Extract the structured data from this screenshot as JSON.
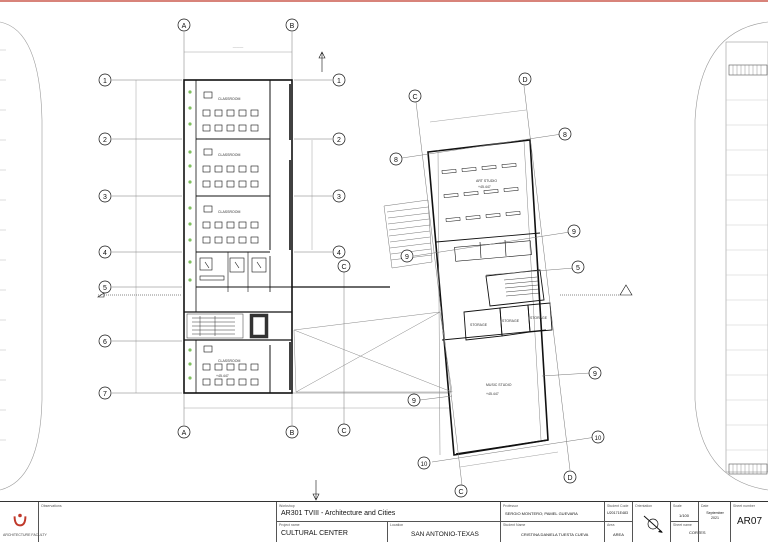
{
  "grid_labels": {
    "top_A": "A",
    "top_B": "B",
    "left_1": "1",
    "left_2": "2",
    "left_3": "3",
    "left_4": "4",
    "left_5": "5",
    "left_6": "6",
    "left_7": "7",
    "mid_1": "1",
    "mid_2": "2",
    "mid_3": "3",
    "mid_4": "4",
    "mid_C": "C",
    "bot_A": "A",
    "bot_B": "B",
    "bot_C": "C",
    "rot_C_top": "C",
    "rot_D_top": "D",
    "rot_8_left": "8",
    "rot_8_right": "8",
    "rot_9_left": "9",
    "rot_9_right": "9",
    "rot_5": "5",
    "rot_9_low_right": "9",
    "rot_9_low_left": "9",
    "rot_10_left": "10",
    "rot_10_right": "10",
    "rot_C_bot": "C",
    "rot_D_bot": "D"
  },
  "rooms": {
    "classroom_1": "CLASSROOM",
    "classroom_2": "CLASSROOM",
    "classroom_3": "CLASSROOM",
    "classroom_4": "CLASSROOM",
    "art_studio": "ART STUDIO",
    "music_studio": "MUSIC STUDIO",
    "storage_1": "STORAGE",
    "storage_2": "STORAGE",
    "storage_3": "STORAGE",
    "level_art": "+45.447",
    "level_music": "+45.447",
    "level_class": "+45.447"
  },
  "title_block": {
    "observations_label": "Observations",
    "faculty": "ARCHITECTURE FACULTY",
    "workshop_label": "Workshop",
    "workshop_value": "AR301 TVIII - Architecture and Cities",
    "project_label": "Project name",
    "project_value": "CULTURAL CENTER",
    "location_label": "Location",
    "location_value": "SAN ANTONIO-TEXAS",
    "professor_label": "Professor",
    "professor_value": "SERGIO MONTERO; PAMEL GUEVARA",
    "student_label": "Student Name",
    "student_value": "CRISTINA DANIELA TUESTA CUEVA",
    "code_label": "Student Code",
    "code_value": "U20171E483",
    "orientation_label": "Orientation",
    "scale_label": "Scale",
    "scale_value": "1/100",
    "date_label": "Date",
    "date_value": "September 2021",
    "sheet_label": "Sheet number",
    "sheet_value": "AR07",
    "area_label": "Area",
    "area_value": "AREA",
    "sheet_content_label": "Sheet name",
    "sheet_content_value": "CORTES"
  }
}
